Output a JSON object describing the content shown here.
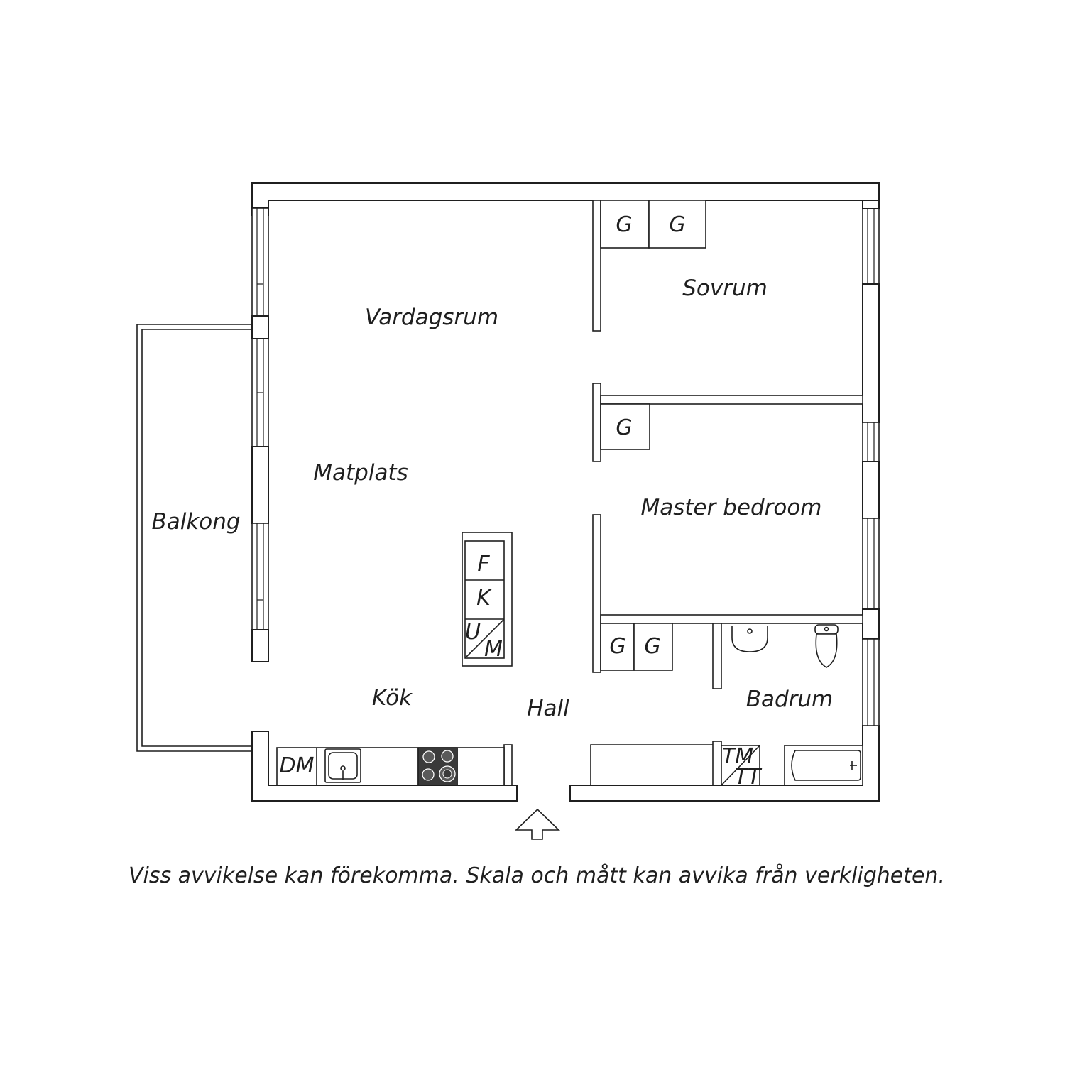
{
  "rooms": {
    "vardagsrum": "Vardagsrum",
    "sovrum": "Sovrum",
    "matplats": "Matplats",
    "master_bedroom": "Master bedroom",
    "balkong": "Balkong",
    "kok": "Kök",
    "hall": "Hall",
    "badrum": "Badrum"
  },
  "fixtures": {
    "wardrobe": "G",
    "fridge": "F",
    "freezer": "K",
    "oven": "U",
    "microwave": "M",
    "dishwasher": "DM",
    "washing_machine": "TM",
    "dryer": "TT"
  },
  "disclaimer": "Viss avvikelse kan förekomma. Skala och mått kan avvika från verkligheten."
}
